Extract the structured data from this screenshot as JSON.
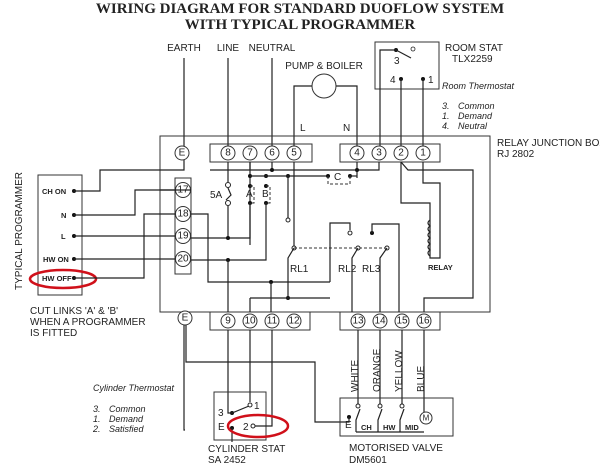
{
  "title": {
    "line1": "WIRING DIAGRAM FOR STANDARD DUOFLOW SYSTEM",
    "line2": "WITH TYPICAL PROGRAMMER"
  },
  "supply": {
    "earth": "EARTH",
    "line": "LINE",
    "neutral": "NEUTRAL"
  },
  "pump": {
    "label": "PUMP & BOILER",
    "l": "L",
    "n": "N"
  },
  "room_stat": {
    "name": "ROOM STAT",
    "model": "TLX2259",
    "caption": "Room Thermostat",
    "terminals": [
      "3",
      "4",
      "1"
    ],
    "legend": [
      {
        "num": "3.",
        "text": "Common"
      },
      {
        "num": "1.",
        "text": "Demand"
      },
      {
        "num": "4.",
        "text": "Neutral"
      }
    ]
  },
  "junction_box": {
    "name": "RELAY JUNCTION BOX",
    "model": "RJ 2802",
    "earth_label": "E",
    "top_left_terminals": [
      "8",
      "7",
      "6",
      "5"
    ],
    "top_right_terminals": [
      "4",
      "3",
      "2",
      "1"
    ],
    "side_terminals": [
      "17",
      "18",
      "19",
      "20"
    ],
    "bottom_left_terminals": [
      "9",
      "10",
      "11",
      "12"
    ],
    "bottom_right_terminals": [
      "13",
      "14",
      "15",
      "16"
    ],
    "fuse": "5A",
    "links": [
      "A",
      "B",
      "C"
    ],
    "relays": [
      "RL1",
      "RL2",
      "RL3"
    ],
    "relay_coil": "RELAY"
  },
  "programmer": {
    "title": "TYPICAL PROGRAMMER",
    "terminals": [
      "CH ON",
      "N",
      "L",
      "HW ON",
      "HW OFF"
    ],
    "note": [
      "CUT LINKS 'A' & 'B'",
      "WHEN A PROGRAMMER",
      "IS FITTED"
    ]
  },
  "cylinder_stat": {
    "name": "CYLINDER STAT",
    "model": "SA 2452",
    "caption": "Cylinder Thermostat",
    "terminals": [
      "1",
      "3",
      "E",
      "2"
    ],
    "legend": [
      {
        "num": "3.",
        "text": "Common"
      },
      {
        "num": "1.",
        "text": "Demand"
      },
      {
        "num": "2.",
        "text": "Satisfied"
      }
    ]
  },
  "valve": {
    "name": "MOTORISED VALVE",
    "model": "DM5601",
    "wires": [
      "WHITE",
      "ORANGE",
      "YELLOW",
      "BLUE"
    ],
    "switches": [
      "CH",
      "HW",
      "MID"
    ],
    "earth": "E",
    "motor": "M"
  },
  "highlights": [
    "HW OFF",
    "Cylinder stat terminal 2"
  ],
  "highlight_color": "#d0101a"
}
